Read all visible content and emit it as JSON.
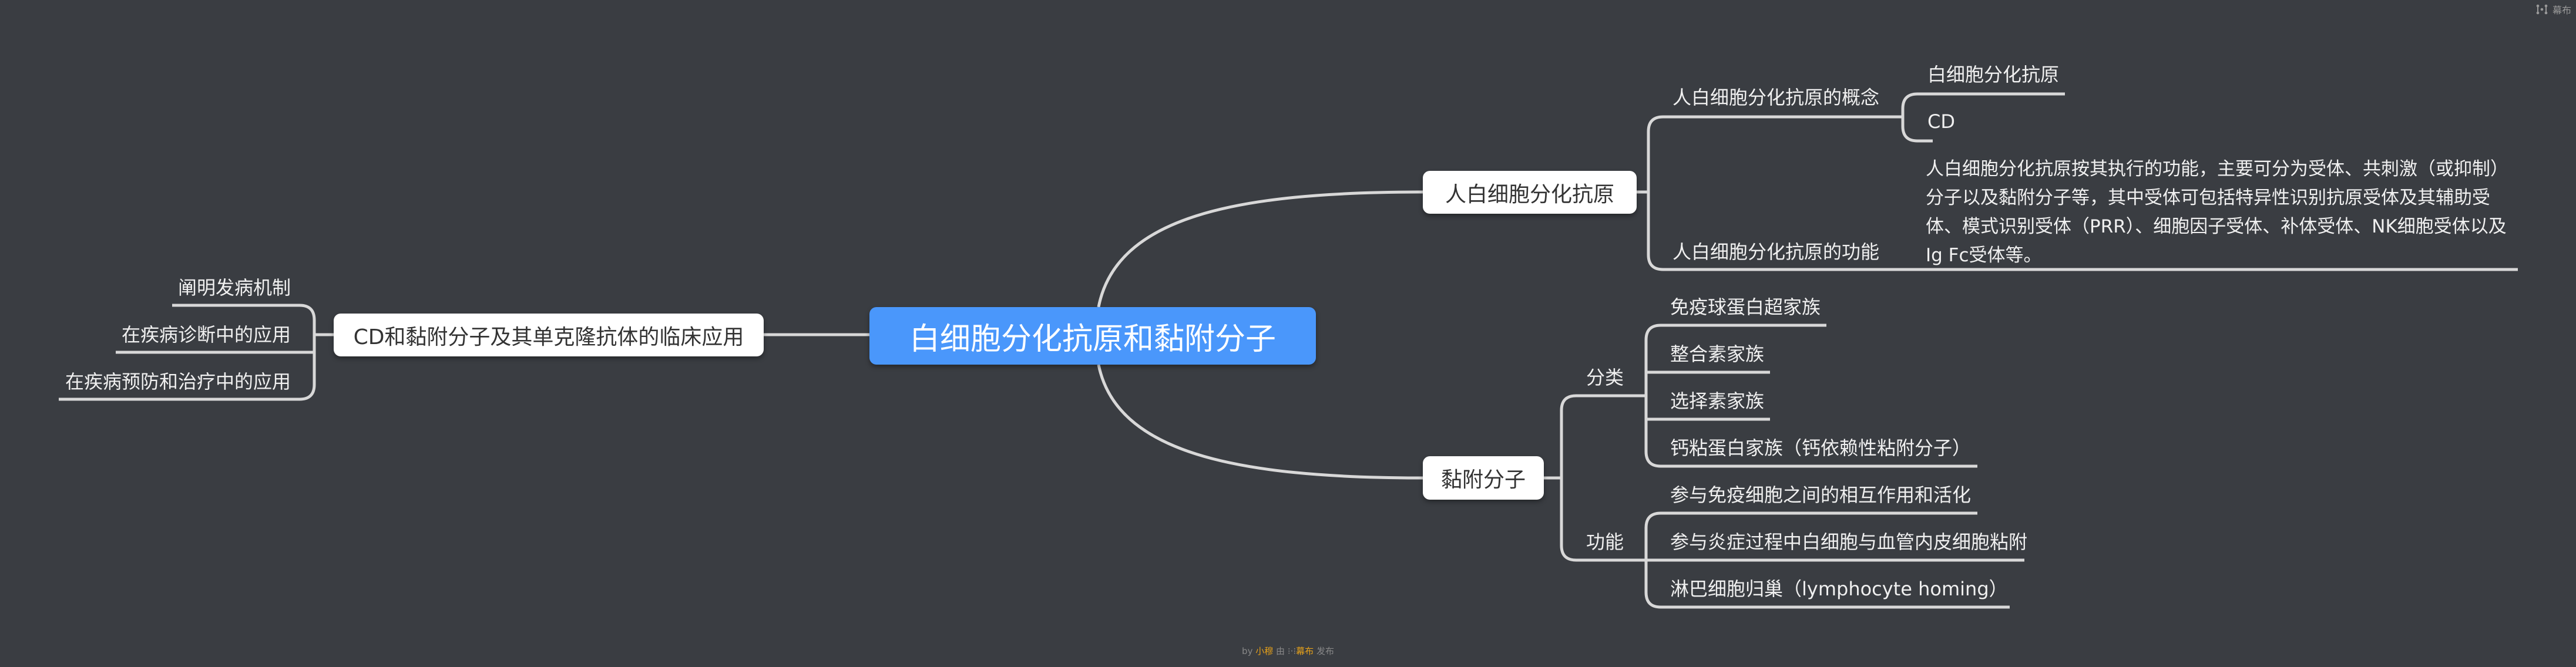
{
  "root": {
    "label": "白细胞分化抗原和黏附分子"
  },
  "left_branch": {
    "label": "CD和黏附分子及其单克隆抗体的临床应用",
    "children": [
      "阐明发病机制",
      "在疾病诊断中的应用",
      "在疾病预防和治疗中的应用"
    ]
  },
  "antigen_branch": {
    "label": "人白细胞分化抗原",
    "concept": {
      "label": "人白细胞分化抗原的概念",
      "children": [
        "白细胞分化抗原",
        "CD"
      ]
    },
    "function": {
      "label": "人白细胞分化抗原的功能",
      "detail": "人白细胞分化抗原按其执行的功能，主要可分为受体、共刺激（或抑制）分子以及黏附分子等，其中受体可包括特异性识别抗原受体及其辅助受体、模式识别受体（PRR）、细胞因子受体、补体受体、NK细胞受体以及Ig Fc受体等。"
    }
  },
  "adhesion_branch": {
    "label": "黏附分子",
    "classification": {
      "label": "分类",
      "children": [
        "免疫球蛋白超家族",
        "整合素家族",
        "选择素家族",
        "钙粘蛋白家族（钙依赖性粘附分子）"
      ]
    },
    "function": {
      "label": "功能",
      "children": [
        "参与免疫细胞之间的相互作用和活化",
        "参与炎症过程中白细胞与血管内皮细胞粘附",
        "淋巴细胞归巢（lymphocyte homing）"
      ]
    }
  },
  "brand": {
    "name": "幕布"
  },
  "footer": {
    "by": "by",
    "author": "小穆",
    "via": "由",
    "platform": "幕布",
    "published": "发布"
  },
  "colors": {
    "background": "#3a3d42",
    "root": "#4a97fb",
    "line": "#d8d8d8",
    "accent": "#e6a11a"
  }
}
